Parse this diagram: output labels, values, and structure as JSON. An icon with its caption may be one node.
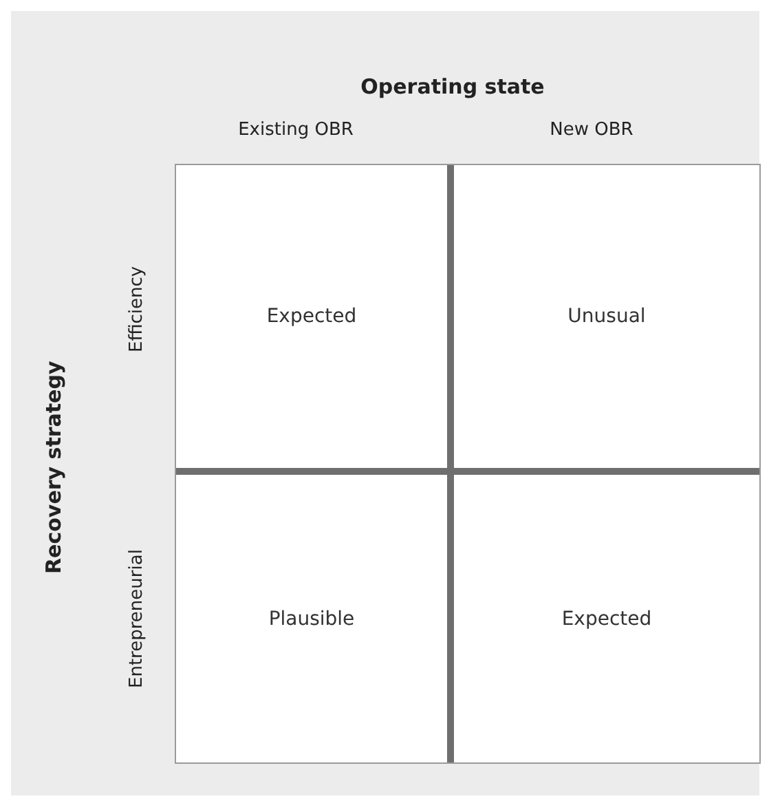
{
  "diagram": {
    "nodes": [
      {
        "text": [
          "Expected"
        ]
      },
      {
        "text": [
          "Unusual"
        ]
      },
      {
        "text": [
          "Plausible"
        ]
      },
      {
        "text": [
          "Expected"
        ]
      }
    ],
    "labels": [
      "Operating state",
      "Existing OBR",
      "New OBR",
      "Recovery strategy",
      "Efficiency",
      "Entrepreneurial"
    ]
  }
}
